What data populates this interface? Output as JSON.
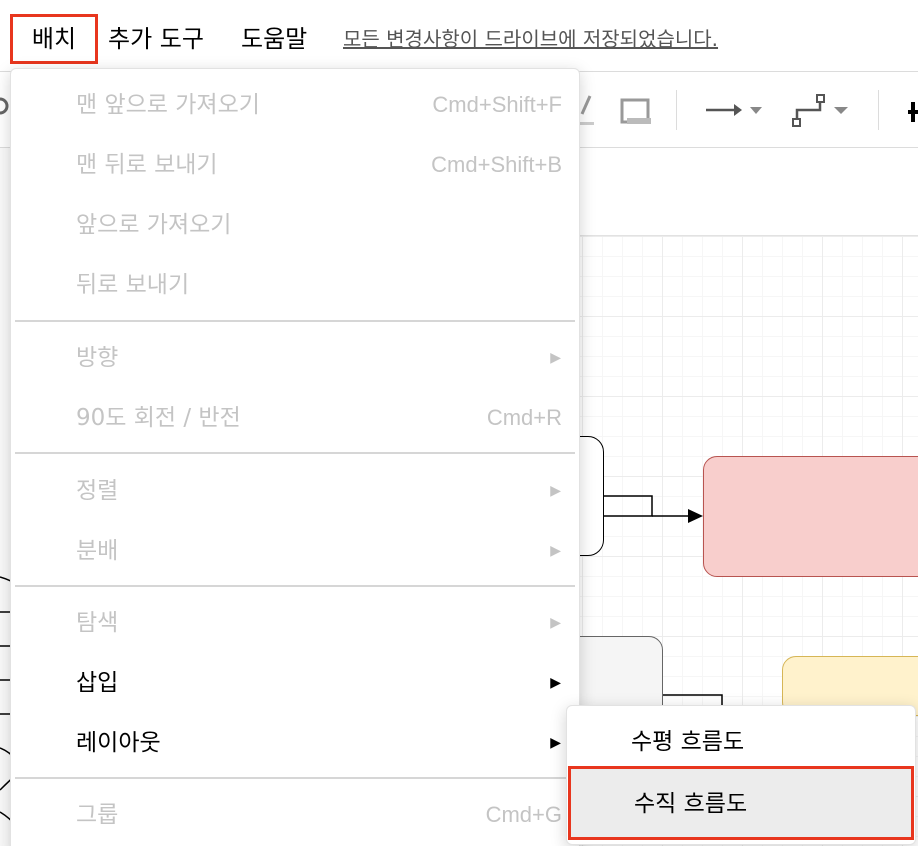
{
  "menubar": {
    "items": [
      "배치",
      "추가 도구",
      "도움말"
    ],
    "save_status": "모든 변경사항이 드라이브에 저장되었습니다."
  },
  "arrange_menu": {
    "items": [
      {
        "label": "맨 앞으로 가져오기",
        "shortcut": "Cmd+Shift+F",
        "enabled": false
      },
      {
        "label": "맨 뒤로 보내기",
        "shortcut": "Cmd+Shift+B",
        "enabled": false
      },
      {
        "label": "앞으로 가져오기",
        "enabled": false
      },
      {
        "label": "뒤로 보내기",
        "enabled": false
      },
      {
        "label": "방향",
        "submenu": true,
        "enabled": false
      },
      {
        "label": "90도 회전 / 반전",
        "shortcut": "Cmd+R",
        "enabled": false
      },
      {
        "label": "정렬",
        "submenu": true,
        "enabled": false
      },
      {
        "label": "분배",
        "submenu": true,
        "enabled": false
      },
      {
        "label": "탐색",
        "submenu": true,
        "enabled": false
      },
      {
        "label": "삽입",
        "submenu": true,
        "enabled": true
      },
      {
        "label": "레이아웃",
        "submenu": true,
        "enabled": true
      },
      {
        "label": "그룹",
        "shortcut": "Cmd+G",
        "enabled": false
      }
    ]
  },
  "layout_submenu": {
    "items": [
      {
        "label": "수평 흐름도",
        "highlighted": false
      },
      {
        "label": "수직 흐름도",
        "highlighted": true
      }
    ]
  },
  "colors": {
    "highlight_border": "#e8361e",
    "disabled_text": "#c4c4c4",
    "shape_red_fill": "#f8cecc",
    "shape_yellow_fill": "#fff2cc",
    "shape_gray_fill": "#f5f5f5"
  },
  "icons": {
    "submenu_arrow": "▶",
    "toolbar": [
      "zoom-icon",
      "shadow-icon",
      "connection-arrow-icon",
      "waypoint-icon",
      "insert-plus-icon"
    ]
  }
}
